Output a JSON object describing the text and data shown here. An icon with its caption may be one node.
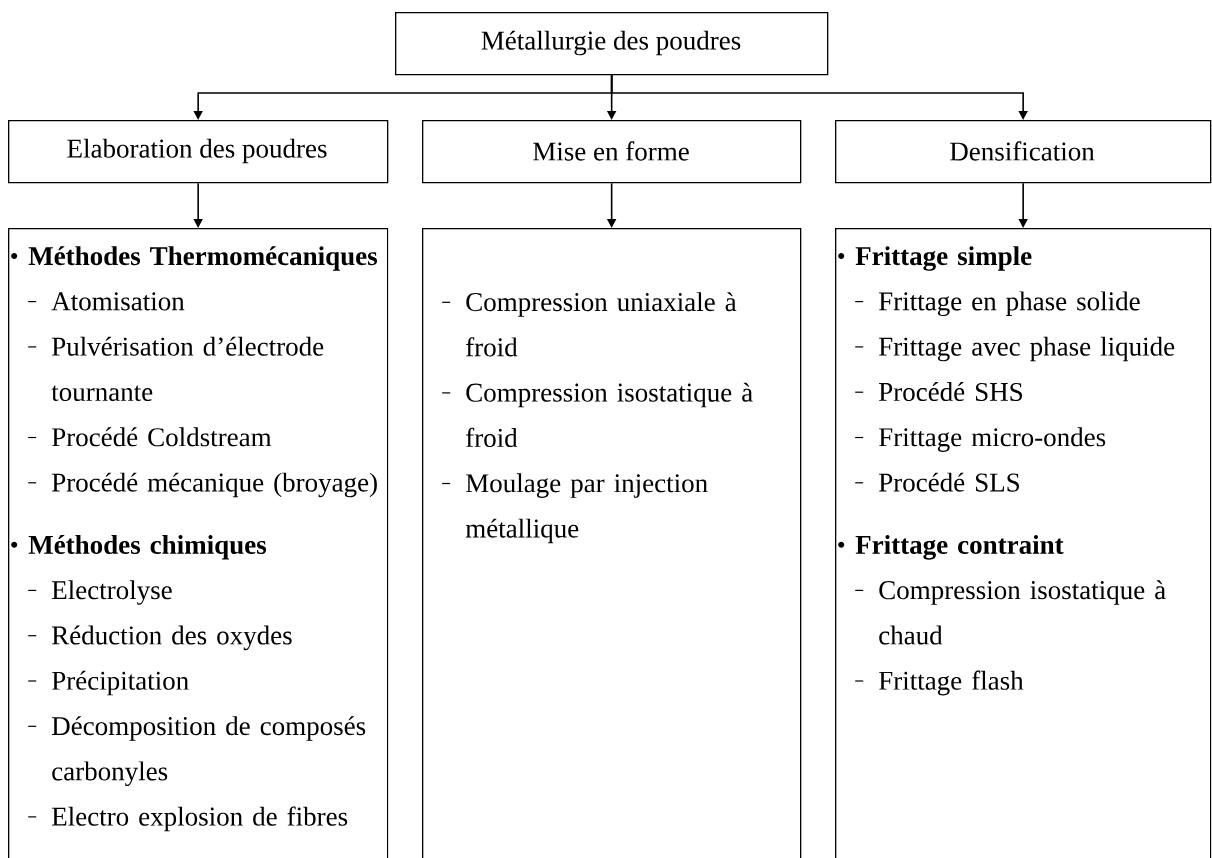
{
  "diagram": {
    "nodes": [
      {
        "text": [
          "Métallurgie des poudres"
        ]
      },
      {
        "text": [
          "Elaboration des poudres"
        ]
      },
      {
        "text": [
          "Mise en forme"
        ]
      },
      {
        "text": [
          "Densification"
        ]
      },
      {
        "text": [
          "Méthodes Thermomécaniques",
          "Atomisation",
          "Pulvérisation d’électrode tournante",
          "Procédé Coldstream",
          "Procédé mécanique (broyage)",
          "Méthodes chimiques",
          "Electrolyse",
          "Réduction des oxydes",
          "Précipitation",
          "Décomposition de composés carbonyles",
          "Electro explosion de fibres"
        ]
      },
      {
        "text": [
          "Compression uniaxiale à froid",
          "Compression isostatique à froid",
          "Moulage par injection métallique"
        ]
      },
      {
        "text": [
          "Frittage simple",
          "Frittage en phase solide",
          "Frittage avec phase liquide",
          "Procédé SHS",
          "Frittage micro-ondes",
          "Procédé SLS",
          "Frittage contraint",
          "Compression isostatique à chaud",
          "Frittage flash"
        ]
      }
    ],
    "edges": [
      {
        "from": 0,
        "to": 1,
        "arrow": "to"
      },
      {
        "from": 0,
        "to": 2,
        "arrow": "to"
      },
      {
        "from": 0,
        "to": 3,
        "arrow": "to"
      },
      {
        "from": 1,
        "to": 4,
        "arrow": "to"
      },
      {
        "from": 2,
        "to": 5,
        "arrow": "to"
      },
      {
        "from": 3,
        "to": 6,
        "arrow": "to"
      }
    ]
  }
}
